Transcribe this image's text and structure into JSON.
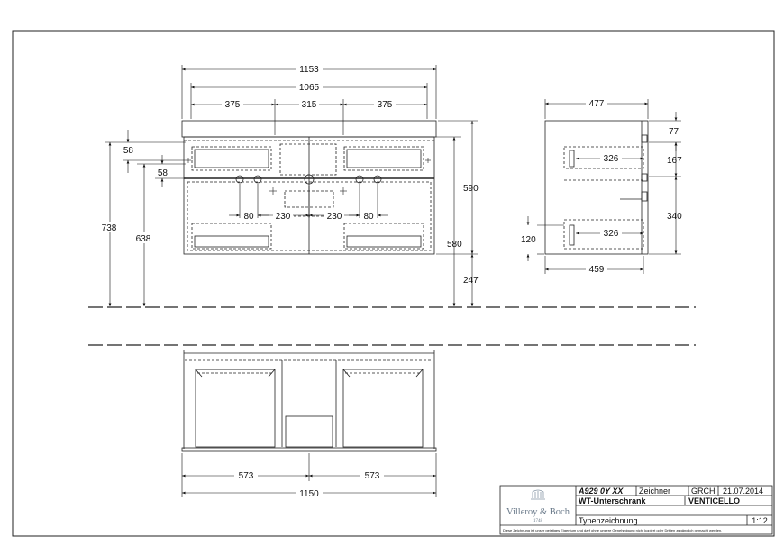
{
  "front_view": {
    "overall_width": "1153",
    "inner_width": "1065",
    "seg_left": "375",
    "seg_mid": "315",
    "seg_right": "375",
    "drawer_height_top": "58",
    "drawer_height_mid": "58",
    "height_total": "738",
    "height_mid": "638",
    "height_cabinet": "590",
    "height_inner": "580",
    "floor_clearance": "247",
    "holes_80_left": "80",
    "holes_230_left": "230",
    "holes_230_right": "230",
    "holes_80_right": "80"
  },
  "side_view": {
    "depth_top": "477",
    "depth_bottom": "459",
    "height_top_gap": "77",
    "height_upper": "167",
    "height_lower": "340",
    "rail_upper": "326",
    "rail_lower": "326",
    "height_base": "120"
  },
  "plan_view": {
    "half_left": "573",
    "half_right": "573",
    "total_width": "1150"
  },
  "title_block": {
    "article_no": "A929 0Y XX",
    "drawer_label": "Zeichner",
    "drawer_name": "GRCH",
    "date": "21.07.2014",
    "product_type": "WT-Unterschrank",
    "series": "VENTICELLO",
    "drawing_type": "Typenzeichnung",
    "scale": "1:12",
    "brand": "Villeroy & Boch",
    "brand_year": "1748",
    "disclaimer": "Diese Zeichnung ist unser geistiges Eigentum und darf ohne unsere Genehmigung nicht kopiert oder Dritten zugänglich gemacht werden."
  }
}
